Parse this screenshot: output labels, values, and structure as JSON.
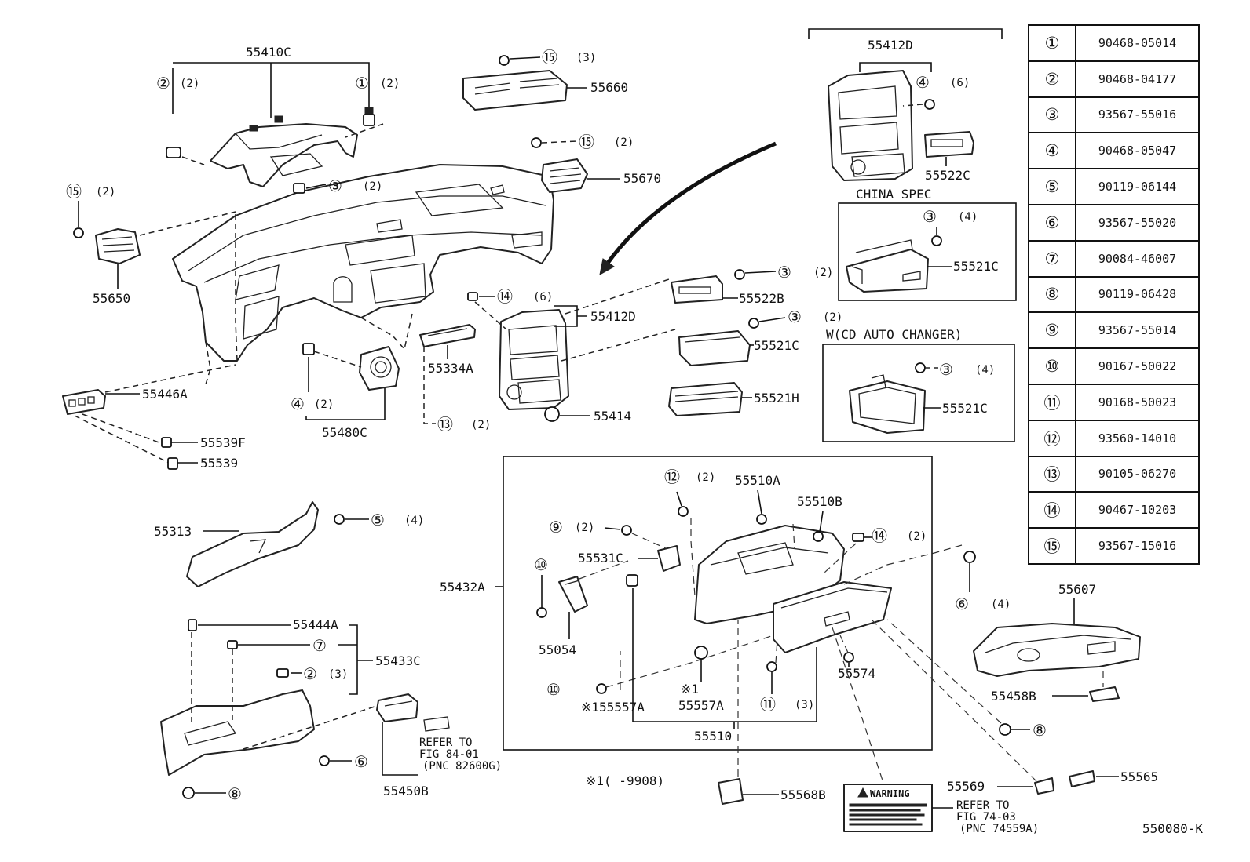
{
  "labels": {
    "p55410C": "55410C",
    "p55660": "55660",
    "p55670": "55670",
    "p55650": "55650",
    "p55412D_a": "55412D",
    "p55412D_b": "55412D",
    "p55522C": "55522C",
    "china_spec": "CHINA SPEC",
    "p55521C_a": "55521C",
    "p55522B": "55522B",
    "p55521C_b": "55521C",
    "p55521H": "55521H",
    "w_cd": "W(CD AUTO CHANGER)",
    "p55521C_c": "55521C",
    "p55334A": "55334A",
    "p55414": "55414",
    "p55446A": "55446A",
    "p55539F": "55539F",
    "p55539": "55539",
    "p55480C": "55480C",
    "p55313": "55313",
    "p55444A": "55444A",
    "p55433C": "55433C",
    "p55450B": "55450B",
    "refer1_l1": "REFER TO",
    "refer1_l2": "FIG 84-01",
    "refer1_l3": "(PNC 82600G)",
    "p55432A": "55432A",
    "p55510A": "55510A",
    "p55510B": "55510B",
    "p55531C": "55531C",
    "p55054": "55054",
    "p55557A_a": "※155557A",
    "p55557A_mark": "※1",
    "p55557A_b": "55557A",
    "p55510": "55510",
    "p55574": "55574",
    "p55607": "55607",
    "p55458B": "55458B",
    "p55565": "55565",
    "p55569": "55569",
    "p55568B": "55568B",
    "note1": "※1(      -9908)",
    "warning": "WARNING",
    "refer2_l1": "REFER TO",
    "refer2_l2": "FIG 74-03",
    "refer2_l3": "(PNC 74559A)",
    "figure_id": "550080-K"
  },
  "callouts": {
    "c1": "②",
    "q1": "(2)",
    "c2": "①",
    "q2": "(2)",
    "c3": "⑮",
    "q3": "(3)",
    "c4": "⑮",
    "q4": "(2)",
    "c5": "③",
    "q5": "(2)",
    "c6": "⑮",
    "q6": "(2)",
    "c7": "④",
    "q7": "(6)",
    "c8": "③",
    "q8": "(4)",
    "c9": "③",
    "q9": "(2)",
    "c10": "⑭",
    "q10": "(6)",
    "c11": "③",
    "q11": "(2)",
    "c12": "③",
    "q12": "(4)",
    "c13": "④",
    "q13": "(2)",
    "c14": "⑬",
    "q14": "(2)",
    "c15": "⑤",
    "q15": "(4)",
    "c16": "⑫",
    "q16": "(2)",
    "c17": "⑨",
    "q17": "(2)",
    "c18": "⑩",
    "c19": "⑭",
    "q19": "(2)",
    "c20": "⑦",
    "c21": "②",
    "q21": "(3)",
    "c22": "⑥",
    "q22": "(4)",
    "c23": "⑩",
    "c24": "⑪",
    "q24": "(3)",
    "c25": "⑥",
    "c26": "⑧",
    "c27": "⑧"
  },
  "legend": [
    {
      "code": "①",
      "part": "90468-05014"
    },
    {
      "code": "②",
      "part": "90468-04177"
    },
    {
      "code": "③",
      "part": "93567-55016"
    },
    {
      "code": "④",
      "part": "90468-05047"
    },
    {
      "code": "⑤",
      "part": "90119-06144"
    },
    {
      "code": "⑥",
      "part": "93567-55020"
    },
    {
      "code": "⑦",
      "part": "90084-46007"
    },
    {
      "code": "⑧",
      "part": "90119-06428"
    },
    {
      "code": "⑨",
      "part": "93567-55014"
    },
    {
      "code": "⑩",
      "part": "90167-50022"
    },
    {
      "code": "⑪",
      "part": "90168-50023"
    },
    {
      "code": "⑫",
      "part": "93560-14010"
    },
    {
      "code": "⑬",
      "part": "90105-06270"
    },
    {
      "code": "⑭",
      "part": "90467-10203"
    },
    {
      "code": "⑮",
      "part": "93567-15016"
    }
  ]
}
